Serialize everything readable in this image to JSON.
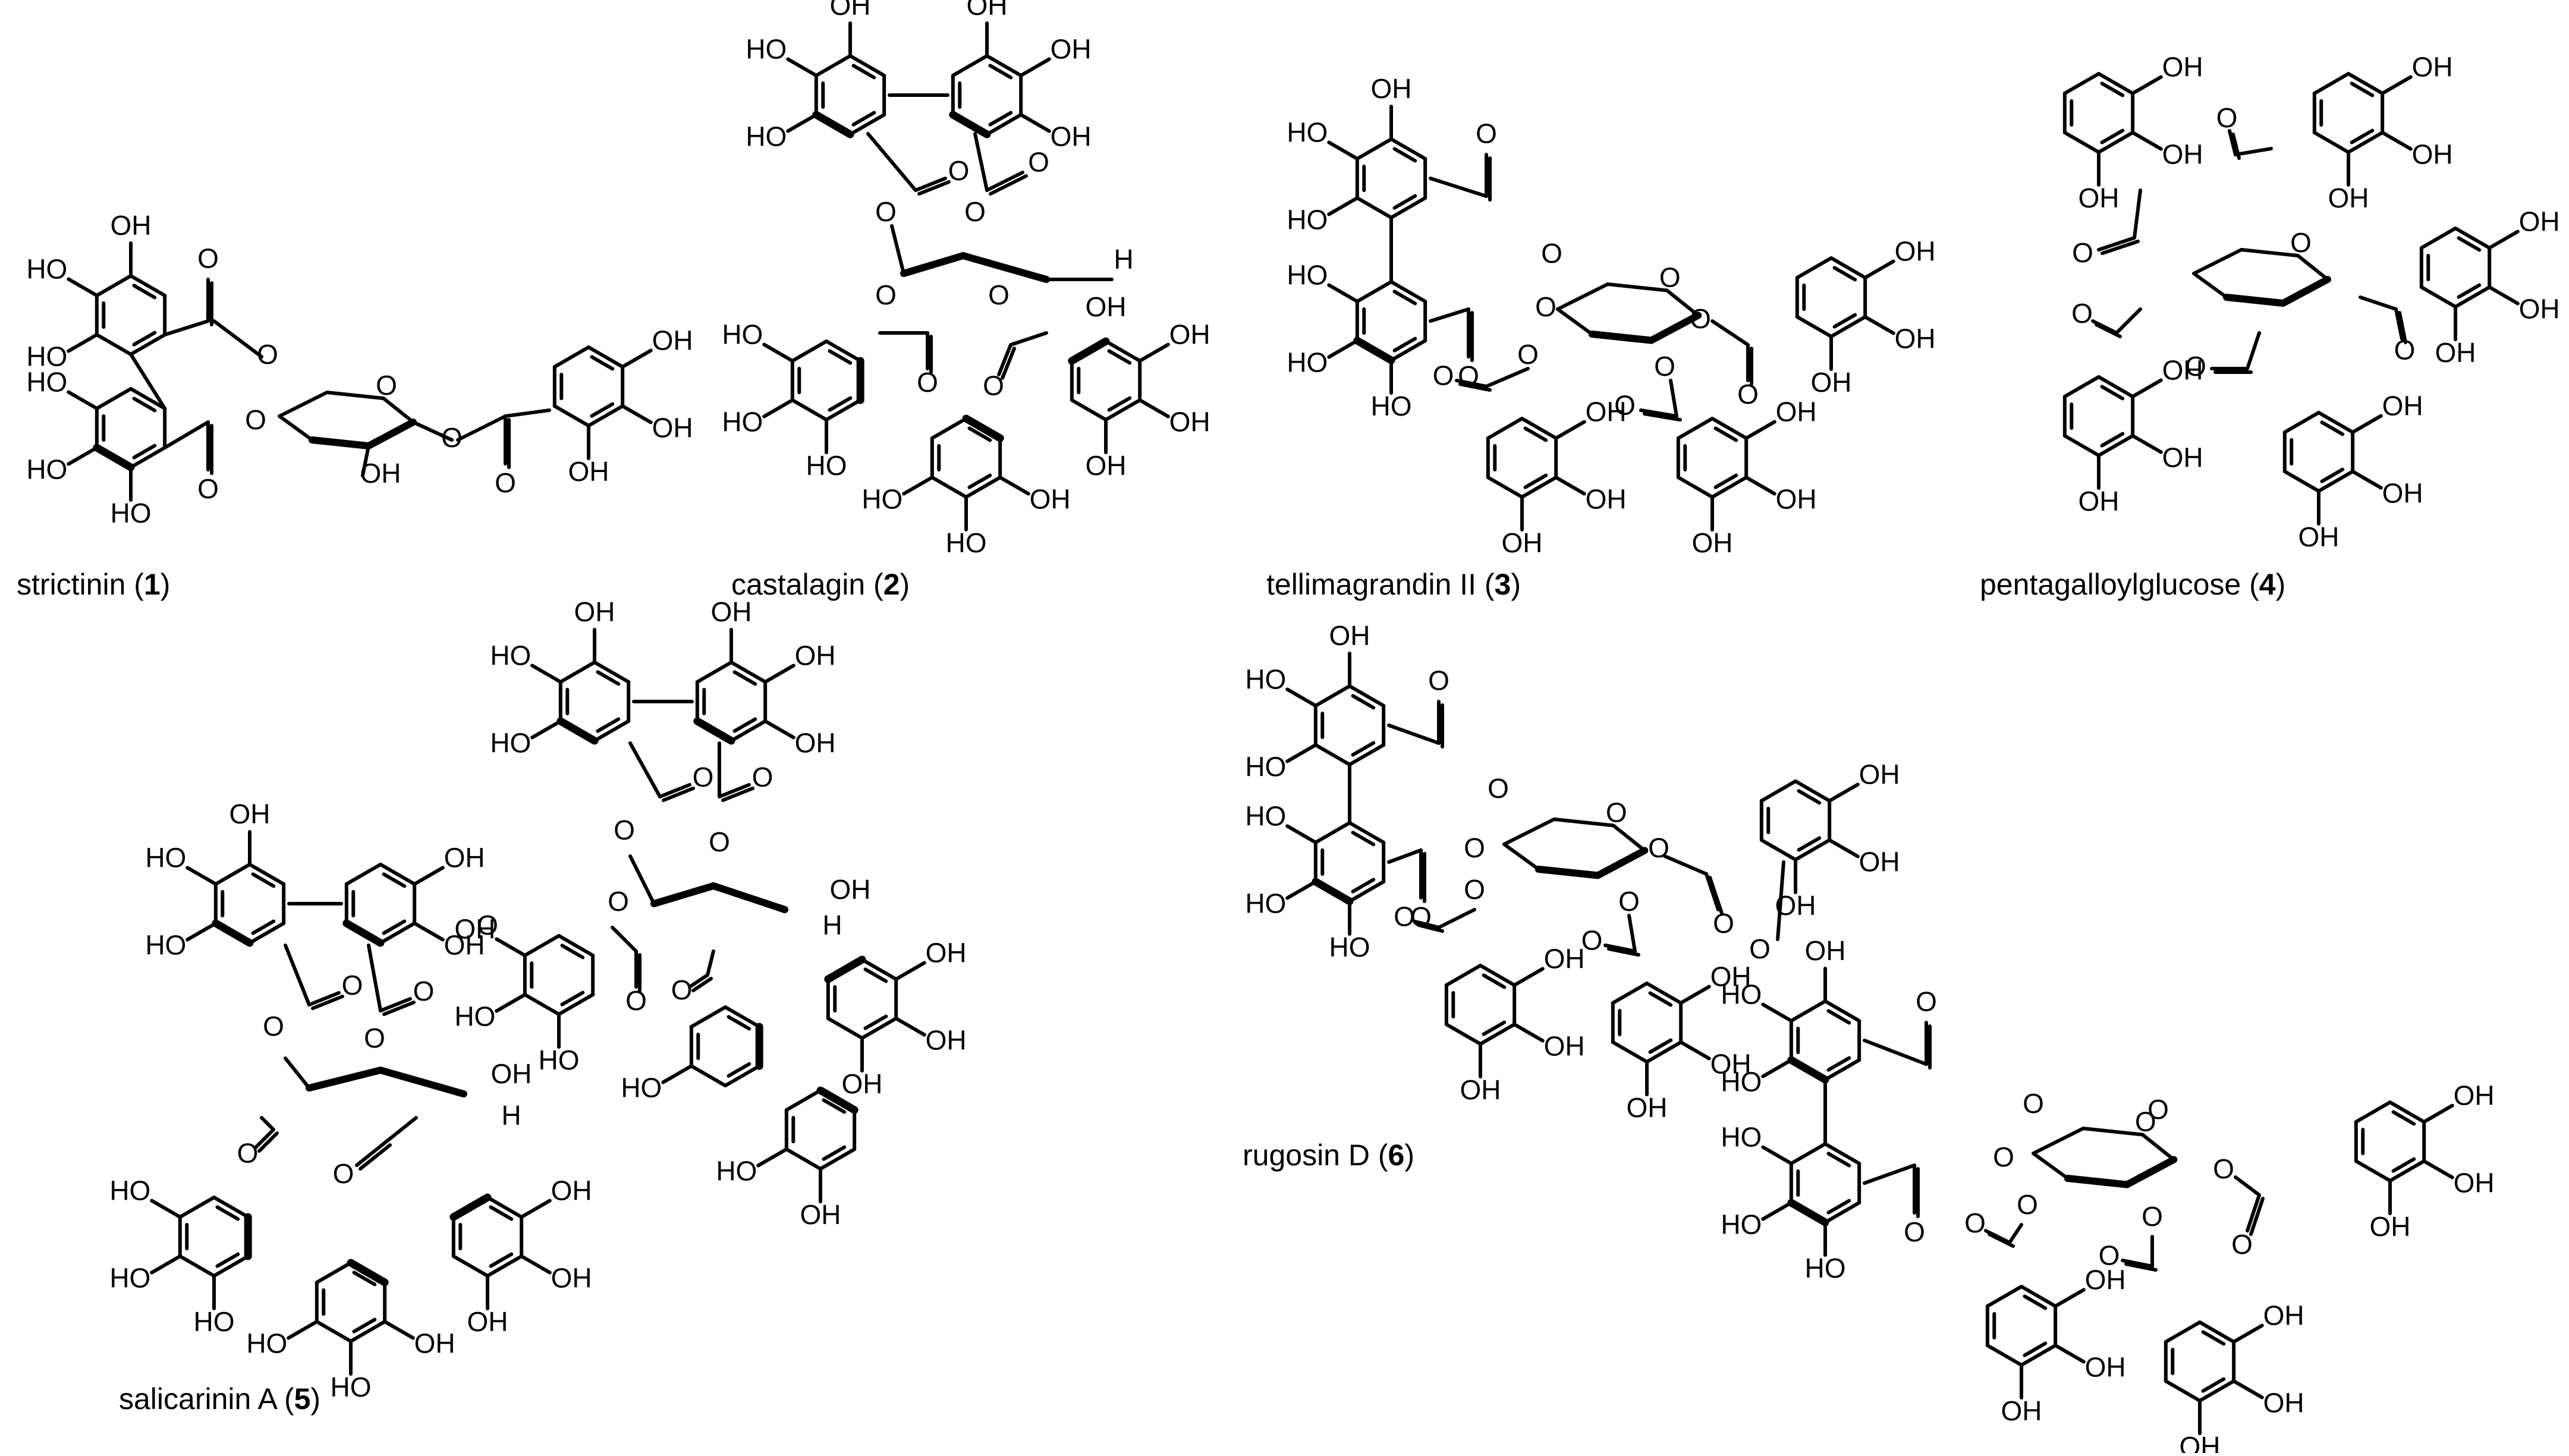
{
  "figure": {
    "background": "#ffffff",
    "ink": "#000000"
  },
  "compounds": [
    {
      "id": "strictinin",
      "name": "strictinin",
      "number": "1"
    },
    {
      "id": "castalagin",
      "name": "castalagin",
      "number": "2"
    },
    {
      "id": "tellimagrandin",
      "name": "tellimagrandin II",
      "number": "3"
    },
    {
      "id": "pentagalloylglucose",
      "name": "pentagalloylglucose",
      "number": "4"
    },
    {
      "id": "salicarinin",
      "name": "salicarinin A",
      "number": "5"
    },
    {
      "id": "rugosin",
      "name": "rugosin D",
      "number": "6"
    }
  ],
  "atom_labels": {
    "hydroxyl": "HO",
    "hydroxyl_right": "OH",
    "oxygen": "O",
    "hydrogen": "H"
  }
}
